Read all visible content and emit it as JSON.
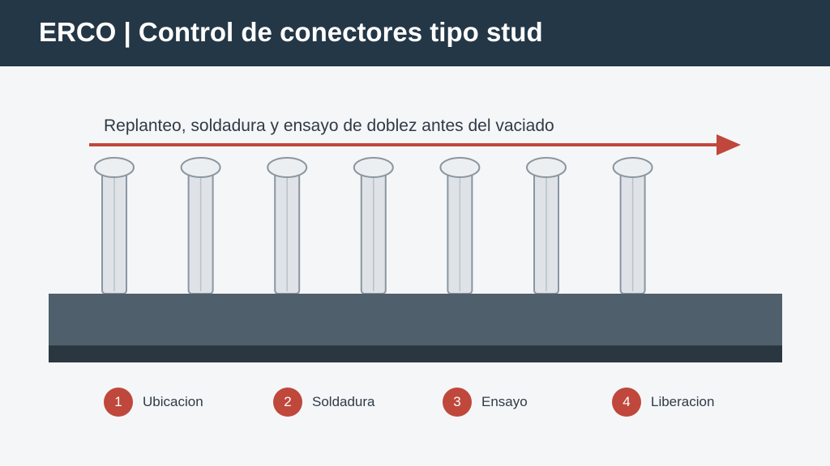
{
  "header": {
    "title": "ERCO | Control de conectores tipo stud"
  },
  "flow": {
    "label": "Replanteo, soldadura y ensayo de doblez antes del vaciado"
  },
  "studs": {
    "count": 7
  },
  "steps": [
    {
      "number": "1",
      "label": "Ubicacion"
    },
    {
      "number": "2",
      "label": "Soldadura"
    },
    {
      "number": "3",
      "label": "Ensayo"
    },
    {
      "number": "4",
      "label": "Liberacion"
    }
  ],
  "colors": {
    "header_bg": "#243746",
    "accent": "#c0473b",
    "beam": "#4f5f6b",
    "beam_bottom": "#2b3740",
    "stud_fill": "#dfe3e8",
    "stud_stroke": "#8a96a0",
    "page_bg": "#f5f6f8"
  }
}
